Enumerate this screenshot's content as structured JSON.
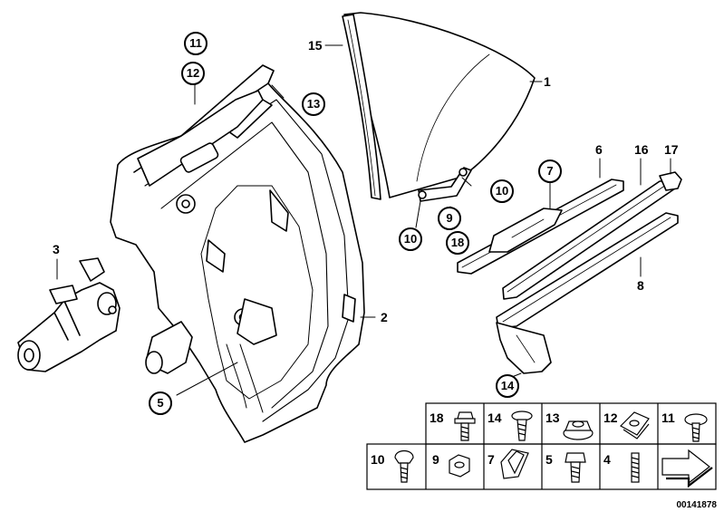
{
  "diagram": {
    "callouts": {
      "c1": "1",
      "c2": "2",
      "c3": "3",
      "c4": "5",
      "c5": "6",
      "c6": "7",
      "c7": "8",
      "c8": "9",
      "c9": "10",
      "c10": "10",
      "c11": "11",
      "c12": "12",
      "c13": "13",
      "c14": "14",
      "c15": "15",
      "c16": "16",
      "c17": "17",
      "c18": "18"
    },
    "legend": [
      {
        "num": "18",
        "icon": "stud-bolt-icon"
      },
      {
        "num": "14",
        "icon": "expanding-rivet-icon"
      },
      {
        "num": "13",
        "icon": "collar-nut-icon"
      },
      {
        "num": "12",
        "icon": "clip-nut-icon"
      },
      {
        "num": "11",
        "icon": "washer-screw-icon"
      },
      {
        "num": "10",
        "icon": "oval-head-screw-icon"
      },
      {
        "num": "9",
        "icon": "hex-nut-icon"
      },
      {
        "num": "7",
        "icon": "clip-icon"
      },
      {
        "num": "5",
        "icon": "hex-bolt-icon"
      },
      {
        "num": "4",
        "icon": "grub-screw-icon"
      },
      {
        "num": "",
        "icon": "arrow-icon"
      }
    ],
    "reference": "00141878"
  }
}
